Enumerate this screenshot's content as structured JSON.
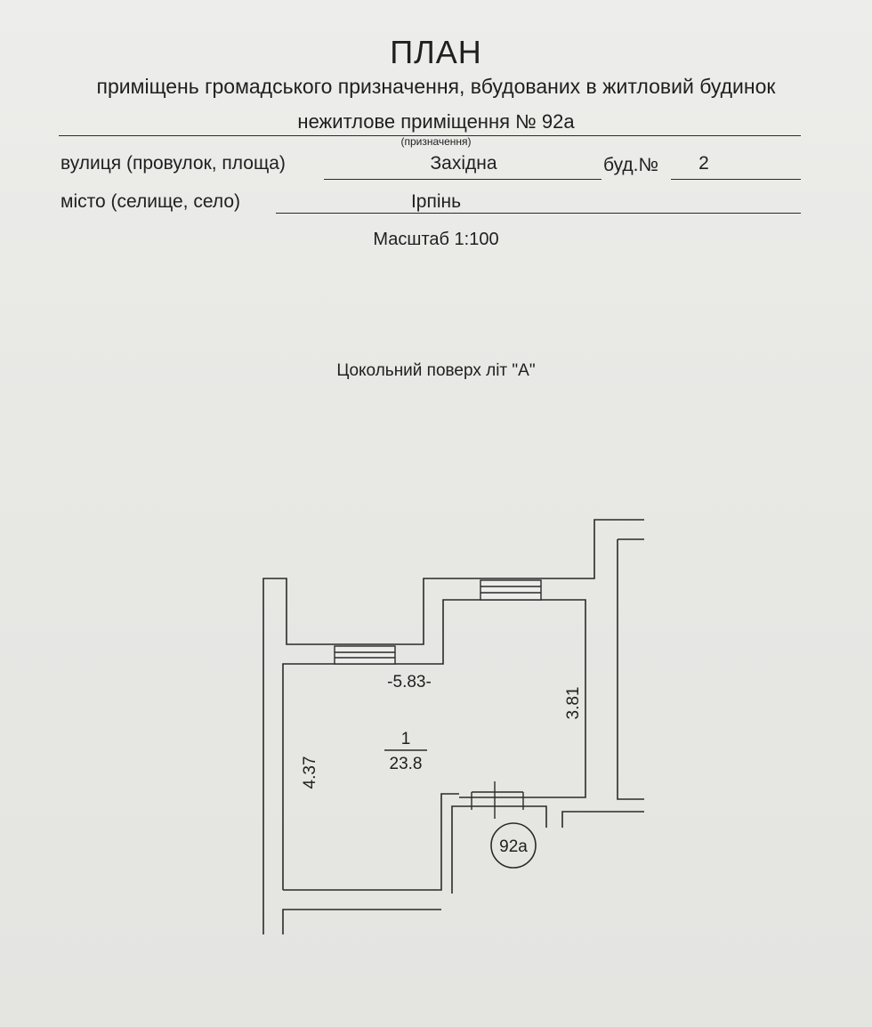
{
  "header": {
    "title": "ПЛАН",
    "subtitle": "приміщень громадського призначення, вбудованих в житловий будинок",
    "purpose_value": "нежитлове приміщення   № 92а",
    "purpose_caption": "(призначення)"
  },
  "address": {
    "street_label": "вулиця (провулок, площа)",
    "street_value": "Західна",
    "building_label": "буд.№",
    "building_value": "2",
    "city_label": "місто (селище, село)",
    "city_value": "Ірпінь"
  },
  "scale_text": "Масштаб 1:100",
  "floor_title": "Цокольний поверх  літ \"А\"",
  "plan": {
    "dim_top": "-5.83-",
    "dim_right": "3.81",
    "dim_left": "4.37",
    "room_number": "1",
    "room_area": "23.8",
    "unit_label": "92а"
  }
}
